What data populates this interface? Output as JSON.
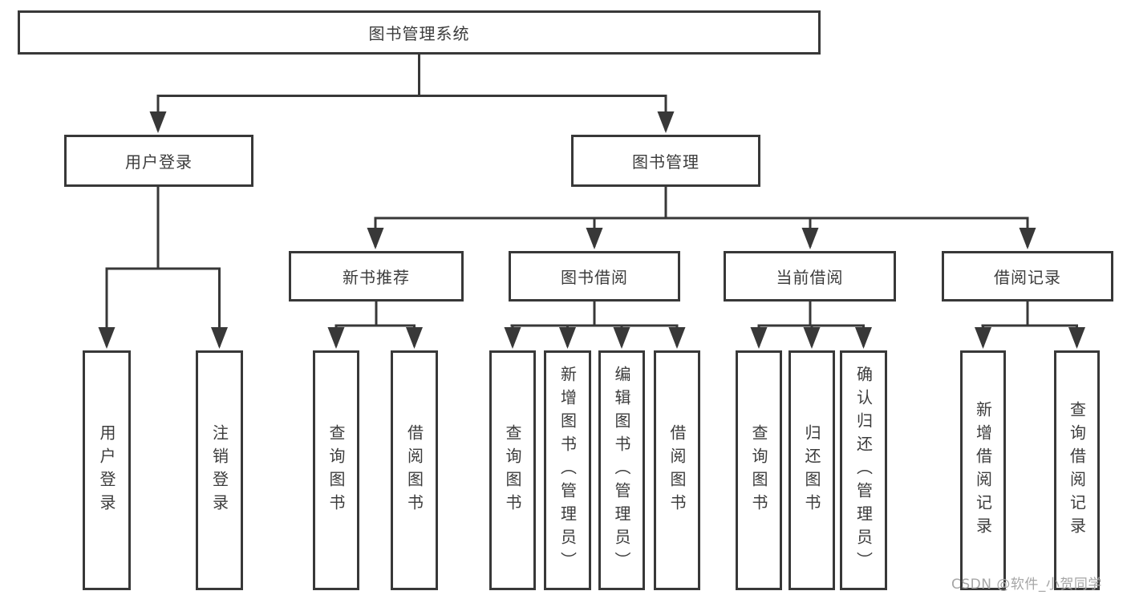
{
  "diagram": {
    "root": "图书管理系统",
    "level2": {
      "user_login": "用户登录",
      "book_mgmt": "图书管理"
    },
    "level3": {
      "new_book": "新书推荐",
      "book_borrow": "图书借阅",
      "current_borrow": "当前借阅",
      "borrow_records": "借阅记录"
    },
    "leaves": {
      "user_login_1": "用户登录",
      "user_login_2": "注销登录",
      "new_book_1": "查询图书",
      "new_book_2": "借阅图书",
      "book_borrow_1": "查询图书",
      "book_borrow_2": "新增图书（管理员）",
      "book_borrow_3": "编辑图书（管理员）",
      "book_borrow_4": "借阅图书",
      "current_1": "查询图书",
      "current_2": "归还图书",
      "current_3": "确认归还（管理员）",
      "records_1": "新增借阅记录",
      "records_2": "查询借阅记录"
    }
  },
  "watermark": "CSDN @软件_小贺同学",
  "colors": {
    "line": "#383838",
    "text": "#3c3c3c",
    "background": "#ffffff",
    "watermark": "#a6a6a6"
  }
}
